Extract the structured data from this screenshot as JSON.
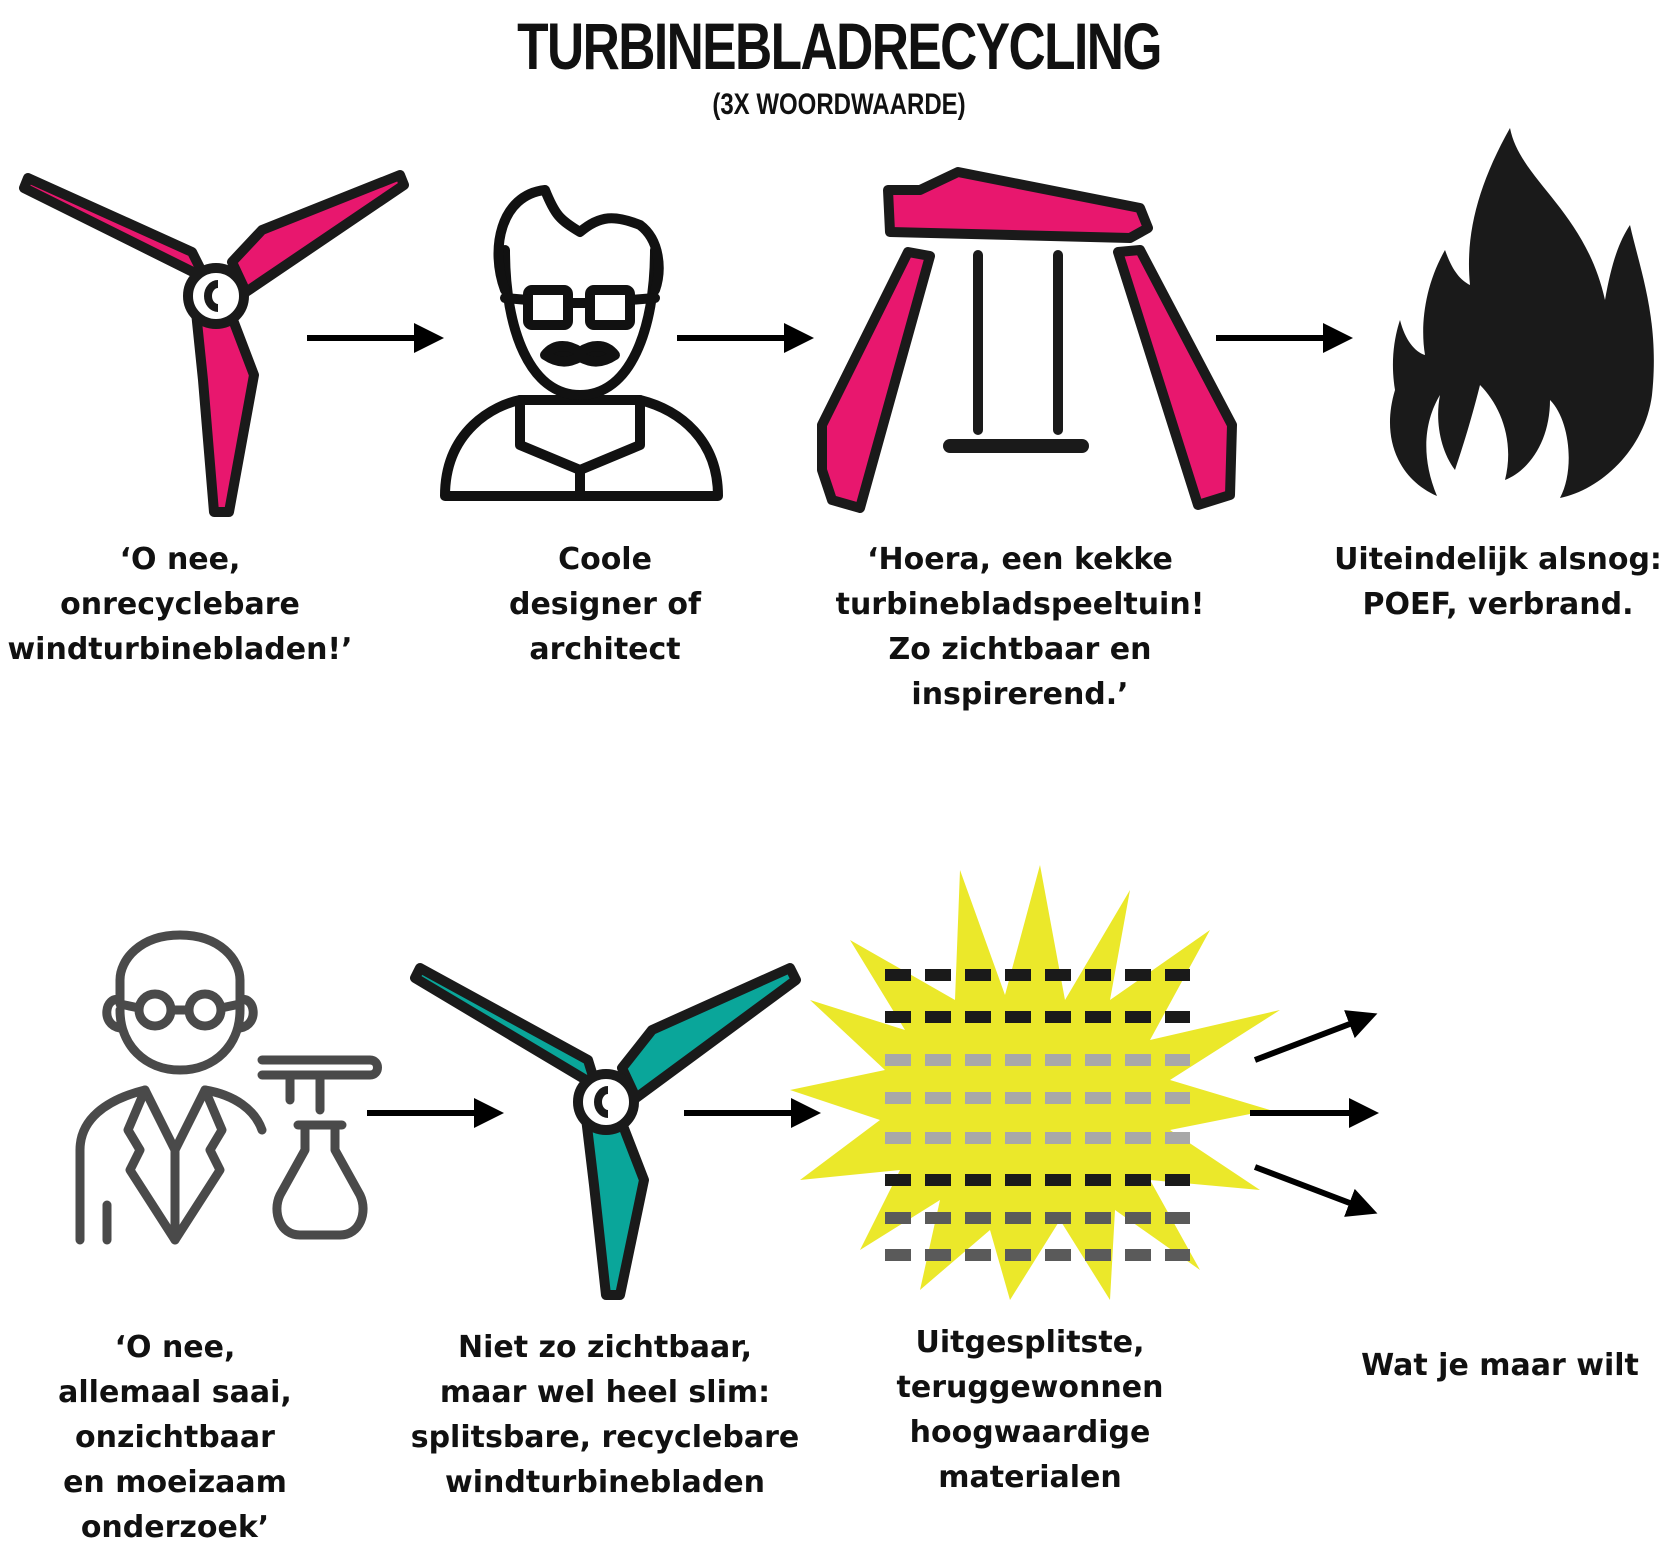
{
  "title": "TURBINEBLADRECYCLING",
  "subtitle": "(3X WOORDWAARDE)",
  "colors": {
    "blade_pink": "#e8176e",
    "blade_teal": "#0aa69a",
    "outline": "#1a1a1a",
    "explosion": "#ebe82a",
    "scientist_line": "#4a4a4a"
  },
  "row1": {
    "steps": [
      {
        "icon": "wind-turbine-pink-icon",
        "caption": "‘O nee,\nonrecyclebare\nwindturbinebladen!’"
      },
      {
        "icon": "designer-icon",
        "caption": "Coole\ndesigner of\narchitect"
      },
      {
        "icon": "playground-swing-icon",
        "caption": "‘Hoera, een kekke\nturbinebladspeeltuin!\nZo zichtbaar en\ninspirerend.’"
      },
      {
        "icon": "fire-icon",
        "caption": "Uiteindelijk alsnog:\nPOEF, verbrand."
      }
    ]
  },
  "row2": {
    "steps": [
      {
        "icon": "scientist-icon",
        "caption": "‘O nee,\nallemaal saai,\nonzichtbaar\nen moeizaam\nonderzoek’"
      },
      {
        "icon": "wind-turbine-teal-icon",
        "caption": "Niet zo zichtbaar,\nmaar wel heel slim:\nsplitsbare, recyclebare\nwindturbinebladen"
      },
      {
        "icon": "explosion-materials-icon",
        "caption": "Uitgesplitste,\nteruggewonnen\nhoogwaardige\nmaterialen"
      },
      {
        "icon": "arrows-out-icon",
        "caption": "Wat je maar wilt"
      }
    ]
  }
}
